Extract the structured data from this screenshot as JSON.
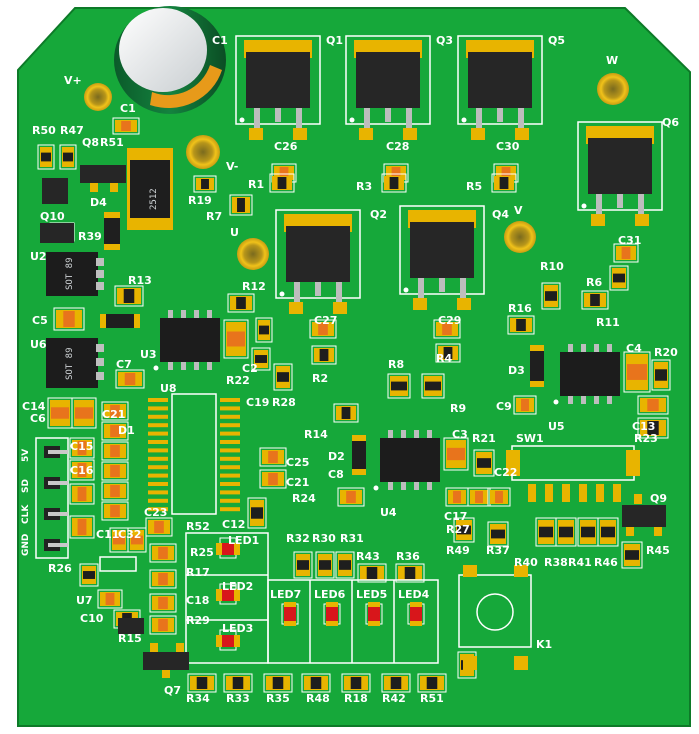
{
  "board": {
    "colors": {
      "background": "#ffffff",
      "soldermask": "#16a83a",
      "soldermask_dark": "#0f8f2d",
      "pad_gold": "#e8b400",
      "ic_body": "#1c1c1c",
      "silkscreen": "#ffffff",
      "cap_orange": "#e8741c",
      "led_red": "#d8161b"
    },
    "labels": {
      "c1_top": "C1",
      "q1": "Q1",
      "q3": "Q3",
      "q5": "Q5",
      "q6": "Q6",
      "q2": "Q2",
      "q4": "Q4",
      "w": "W",
      "v_plus": "V+",
      "v_minus": "V-",
      "u_node": "U",
      "v_node": "V",
      "c1": "C1",
      "r50": "R50",
      "r47": "R47",
      "q8": "Q8",
      "r51": "R51",
      "c26": "C26",
      "c28": "C28",
      "c30": "C30",
      "c31": "C31",
      "r1": "R1",
      "r3": "R3",
      "r5": "R5",
      "r19": "R19",
      "r7": "R7",
      "d4": "D4",
      "q10": "Q10",
      "r39": "R39",
      "u2": "U2",
      "r13": "R13",
      "c5": "C5",
      "u6": "U6",
      "c7": "C7",
      "u3": "U3",
      "r12": "R12",
      "c2": "C2",
      "r22": "R22",
      "c27": "C27",
      "c29": "C29",
      "r2": "R2",
      "r4": "R4",
      "r8": "R8",
      "r9": "R9",
      "r10": "R10",
      "r6": "R6",
      "r11": "R11",
      "r16": "R16",
      "d3": "D3",
      "c4": "C4",
      "r20": "R20",
      "c9": "C9",
      "u5": "U5",
      "c13": "C13",
      "r23": "R23",
      "c14": "C14",
      "c6": "C6",
      "c21": "C21",
      "d1": "D1",
      "u8": "U8",
      "c19": "C19",
      "r28": "R28",
      "r14": "R14",
      "d2": "D2",
      "c8": "C8",
      "c3": "C3",
      "r21": "R21",
      "sw1": "SW1",
      "c22": "C22",
      "c15": "C15",
      "c16": "C16",
      "c25": "C25",
      "c21b": "C21",
      "r24": "R24",
      "u4": "U4",
      "c17": "C17",
      "r27": "R27",
      "c23": "C23",
      "c11": "C11",
      "c32": "C32",
      "r52": "R52",
      "c12": "C12",
      "r32": "R32",
      "r30": "R30",
      "r31": "R31",
      "q9": "Q9",
      "r26": "R26",
      "r25": "R25",
      "led1": "LED1",
      "r49": "R49",
      "r37": "R37",
      "r40": "R40",
      "r38": "R38",
      "r41": "R41",
      "r46": "R46",
      "r45": "R45",
      "u7": "U7",
      "r17": "R17",
      "led2": "LED2",
      "r43": "R43",
      "r36": "R36",
      "c10": "C10",
      "c18": "C18",
      "led7": "LED7",
      "led6": "LED6",
      "led5": "LED5",
      "led4": "LED4",
      "r15": "R15",
      "r29": "R29",
      "led3": "LED3",
      "k1": "K1",
      "q7": "Q7",
      "r34": "R34",
      "r33": "R33",
      "r35": "R35",
      "r48": "R48",
      "r18": "R18",
      "r42": "R42",
      "r51b": "R51"
    },
    "markings": {
      "shunt": "2512",
      "u2_pkg": "SOT 89",
      "u6_pkg": "SOT 89",
      "hdr_1": "5V",
      "hdr_2": "SD",
      "hdr_3": "CLK",
      "hdr_4": "GND"
    }
  }
}
